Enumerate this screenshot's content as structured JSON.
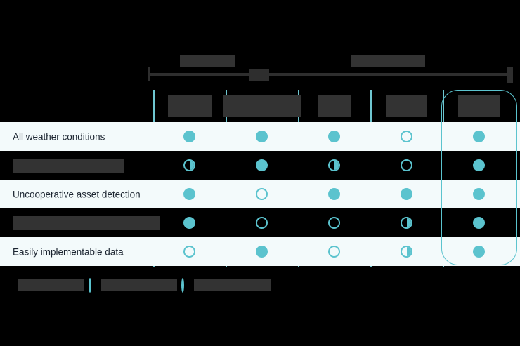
{
  "axis": {
    "left_label": "███████",
    "right_label": "██████████",
    "ticks": [
      "left-tick",
      "mid-tick",
      "right-tick"
    ]
  },
  "matrix": {
    "columns": [
      {
        "id": "col-1",
        "label": "████"
      },
      {
        "id": "col-2",
        "label": "█████████"
      },
      {
        "id": "col-3",
        "label": "███"
      },
      {
        "id": "col-4",
        "label": "████"
      },
      {
        "id": "col-5",
        "label": "████",
        "highlighted": true
      }
    ],
    "rows": [
      {
        "id": "row-all-weather",
        "label": "All weather conditions",
        "redacted": false,
        "values": [
          "full",
          "full",
          "full",
          "open",
          "full"
        ]
      },
      {
        "id": "row-2",
        "label": "██████████████████",
        "redacted": true,
        "values": [
          "half",
          "full",
          "half",
          "open",
          "full"
        ]
      },
      {
        "id": "row-uncooperative",
        "label": "Uncooperative asset detection",
        "redacted": false,
        "values": [
          "full",
          "open",
          "full",
          "full",
          "full"
        ]
      },
      {
        "id": "row-4",
        "label": "█████████████████████",
        "redacted": true,
        "values": [
          "full",
          "open",
          "open",
          "half",
          "full"
        ]
      },
      {
        "id": "row-easily-implementable",
        "label": "Easily implementable data",
        "redacted": false,
        "values": [
          "open",
          "full",
          "open",
          "half",
          "full"
        ]
      }
    ]
  },
  "legend": {
    "items": [
      {
        "glyph": "full",
        "label": "███████████"
      },
      {
        "glyph": "half",
        "label": "████████████"
      },
      {
        "glyph": "open",
        "label": "████████████"
      }
    ]
  },
  "colors": {
    "accent": "#5bc3ce",
    "divider": "#6ec6d0",
    "row_light": "#f3fafb",
    "row_dark": "#000000",
    "redaction": "#333333",
    "text": "#1b2430"
  }
}
